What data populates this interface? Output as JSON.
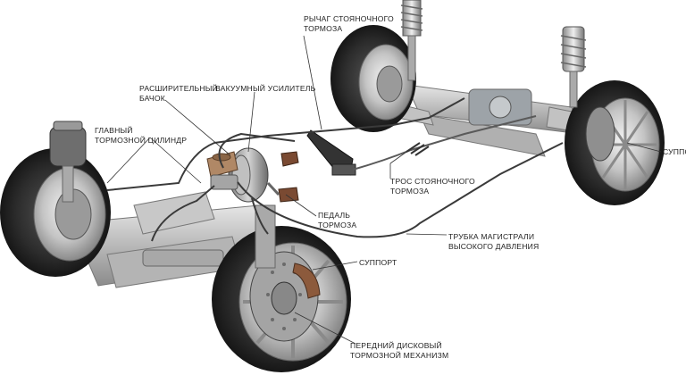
{
  "labels": {
    "parking_lever": [
      "РЫЧАГ СТОЯНОЧНОГО",
      "ТОРМОЗА"
    ],
    "reservoir": [
      "РАСШИРИТЕЛЬНЫЙ",
      "БАЧОК"
    ],
    "vacuum_booster": [
      "ВАКУУМНЫЙ УСИЛИТЕЛЬ"
    ],
    "master_cylinder": [
      "ГЛАВНЫЙ",
      "ТОРМОЗНОЙ ЦИЛИНДР"
    ],
    "caliper_rear": [
      "СУППО"
    ],
    "parking_cable": [
      "ТРОС СТОЯНОЧНОГО",
      "ТОРМОЗА"
    ],
    "brake_pedal": [
      "ПЕДАЛЬ",
      "ТОРМОЗА"
    ],
    "hp_line": [
      "ТРУБКА МАГИСТРАЛИ",
      "ВЫСОКОГО ДАВЛЕНИЯ"
    ],
    "caliper_front": [
      "СУППОРТ"
    ],
    "front_disc": [
      "ПЕРЕДНИЙ ДИСКОВЫЙ",
      "ТОРМОЗНОЙ МЕХАНИЗМ"
    ]
  },
  "colors": {
    "tire": "#2b2b2b",
    "metal": "#c9c9c9",
    "pipe": "#3a3a3a",
    "reservoir": "#b08866",
    "leader": "#333333"
  }
}
